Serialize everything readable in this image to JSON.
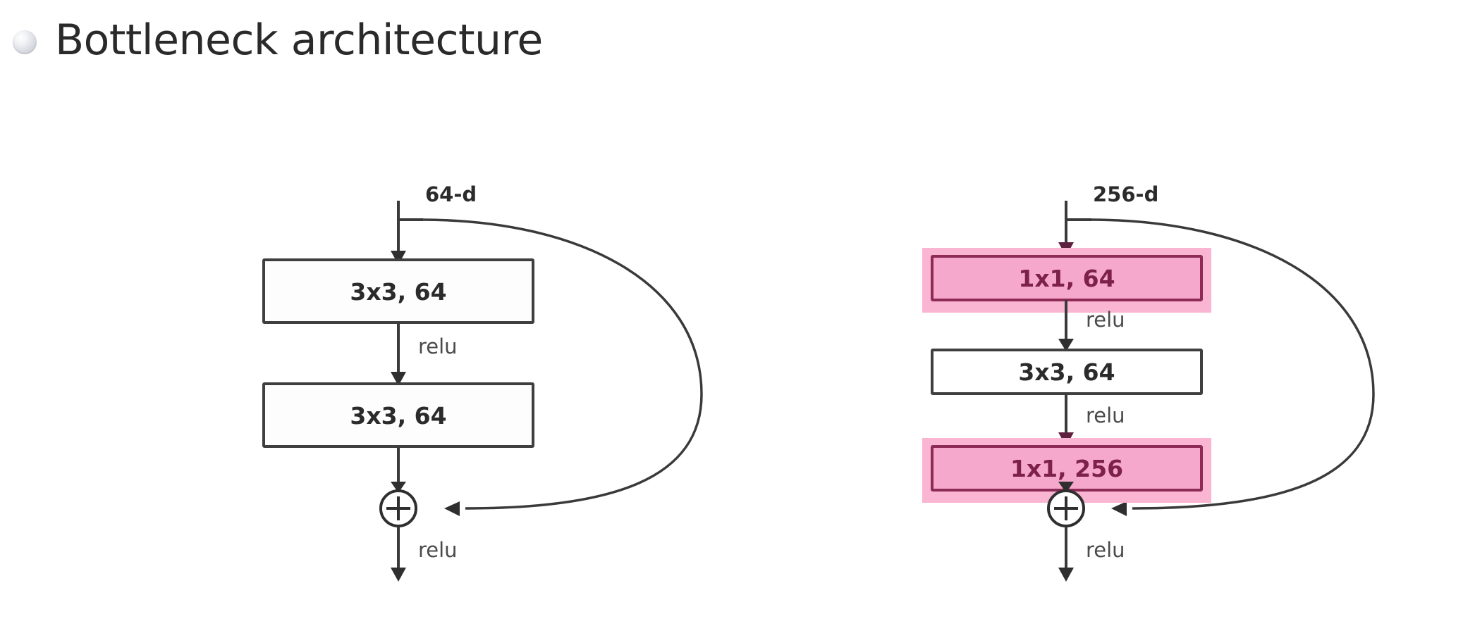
{
  "slide": {
    "background_color": "#ffffff",
    "bullet_icon": "sphere-bullet-icon",
    "title": "Bottleneck architecture"
  },
  "theme": {
    "line_color": "#3a3a3a",
    "box_stroke": "#3f3f3f",
    "pink_halo": "#f9b5d2",
    "pink_fill": "#f6a8cc",
    "pink_stroke": "#8e2a56",
    "pink_text": "#7d2149",
    "text_color": "#2b2b2b"
  },
  "diagrams": [
    {
      "id": "basic-block",
      "input_label": "64-d",
      "blocks": [
        {
          "label": "3x3, 64",
          "style": "plain"
        },
        {
          "label": "3x3, 64",
          "style": "plain"
        }
      ],
      "activation_labels": [
        "relu",
        "relu"
      ],
      "merge_operator": "+",
      "shortcut": "identity"
    },
    {
      "id": "bottleneck-block",
      "input_label": "256-d",
      "blocks": [
        {
          "label": "1x1, 64",
          "style": "highlight"
        },
        {
          "label": "3x3, 64",
          "style": "plain"
        },
        {
          "label": "1x1, 256",
          "style": "highlight"
        }
      ],
      "activation_labels": [
        "relu",
        "relu",
        "relu"
      ],
      "merge_operator": "+",
      "shortcut": "identity"
    }
  ]
}
